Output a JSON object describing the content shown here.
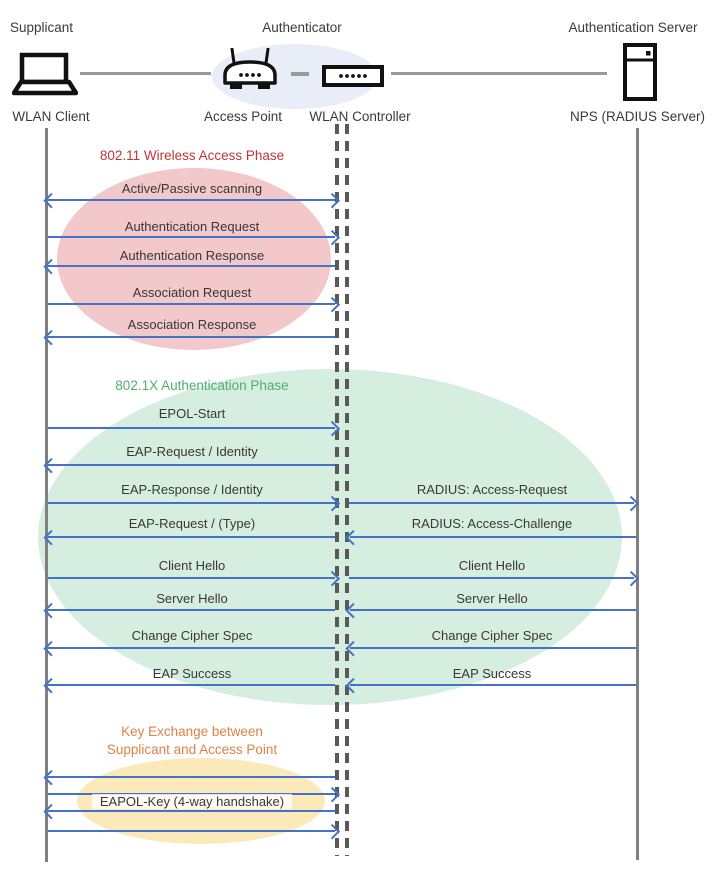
{
  "header": {
    "roles": {
      "supplicant": "Supplicant",
      "authenticator": "Authenticator",
      "auth_server": "Authentication Server"
    },
    "devices": {
      "wlan_client": "WLAN Client",
      "access_point": "Access Point",
      "wlan_controller": "WLAN Controller",
      "nps": "NPS (RADIUS Server)"
    }
  },
  "phases": {
    "p1": {
      "title": "802.11 Wireless Access Phase",
      "color": "#c13437",
      "ellipse_color": "#f2c8cb"
    },
    "p2": {
      "title": "802.1X Authentication Phase",
      "color": "#4fae6d",
      "ellipse_color": "#d6eedf"
    },
    "p3": {
      "title_line1": "Key Exchange between",
      "title_line2": "Supplicant and Access Point",
      "color": "#de8244",
      "ellipse_color": "#fce9ba"
    }
  },
  "messages": {
    "left": [
      {
        "label": "Active/Passive scanning",
        "dir": "both"
      },
      {
        "label": "Authentication Request",
        "dir": "right"
      },
      {
        "label": "Authentication Response",
        "dir": "left"
      },
      {
        "label": "Association Request",
        "dir": "right"
      },
      {
        "label": "Association Response",
        "dir": "left"
      },
      {
        "label": "EPOL-Start",
        "dir": "right"
      },
      {
        "label": "EAP-Request / Identity",
        "dir": "left"
      },
      {
        "label": "EAP-Response / Identity",
        "dir": "right"
      },
      {
        "label": "EAP-Request / (Type)",
        "dir": "left"
      },
      {
        "label": "Client Hello",
        "dir": "right"
      },
      {
        "label": "Server Hello",
        "dir": "left"
      },
      {
        "label": "Change Cipher Spec",
        "dir": "left"
      },
      {
        "label": "EAP Success",
        "dir": "left"
      }
    ],
    "right": [
      {
        "label": "RADIUS: Access-Request",
        "dir": "right"
      },
      {
        "label": "RADIUS: Access-Challenge",
        "dir": "left"
      },
      {
        "label": "Client Hello",
        "dir": "right"
      },
      {
        "label": "Server Hello",
        "dir": "left"
      },
      {
        "label": "Change Cipher Spec",
        "dir": "left"
      },
      {
        "label": "EAP Success",
        "dir": "left"
      }
    ],
    "key_exchange": {
      "label": "EAPOL-Key (4-way handshake)",
      "arrow_dirs": [
        "left",
        "right",
        "left",
        "right"
      ]
    }
  },
  "colors": {
    "arrow": "#4472c4",
    "lifeline": "#808080",
    "dashed_lifeline": "#595959",
    "authenticator_ellipse": "#e9edf7",
    "text": "#383838"
  }
}
